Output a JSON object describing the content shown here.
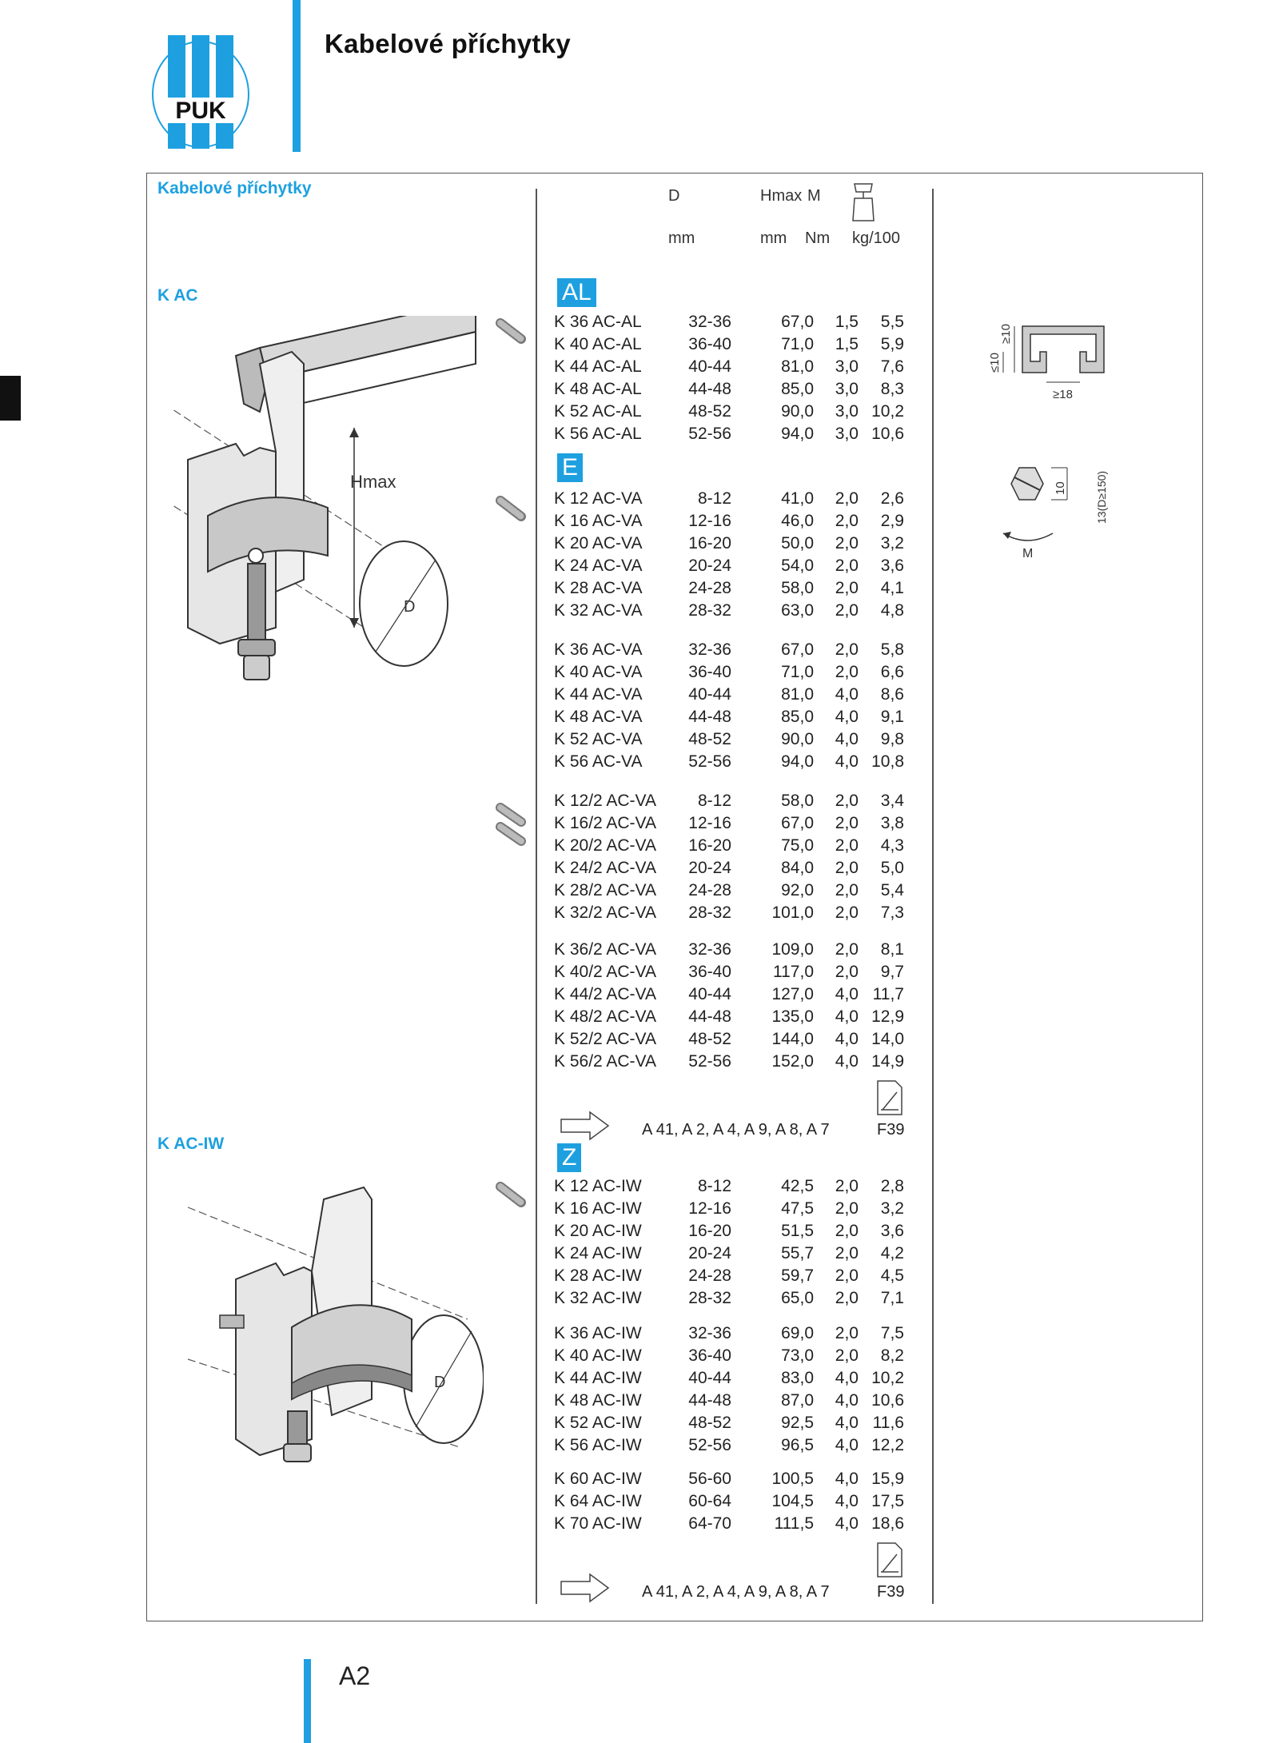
{
  "header": {
    "logo_text": "PUK",
    "title": "Kabelové příchytky"
  },
  "section_title": "Kabelové příchytky",
  "columns": {
    "d": "D",
    "hmax": "Hmax",
    "m": "M",
    "d_unit": "mm",
    "hmax_unit": "mm",
    "m_unit": "Nm",
    "kg_unit": "kg/100"
  },
  "products": {
    "kac": {
      "label": "K AC",
      "diagram_hmax": "Hmax",
      "diagram_d": "D"
    },
    "kaciw": {
      "label": "K AC-IW",
      "diagram_d": "D"
    }
  },
  "profile_dims": {
    "a": "≤10",
    "b": "≥10",
    "c": "≥18",
    "bolt_h": "10",
    "bolt_note": "13(D≥150)",
    "torque": "M"
  },
  "badges": {
    "al": "AL",
    "e": "E",
    "z": "Z"
  },
  "groups": {
    "al": [
      [
        "K 36 AC-AL",
        "32-36",
        "67,0",
        "1,5",
        "5,5"
      ],
      [
        "K 40 AC-AL",
        "36-40",
        "71,0",
        "1,5",
        "5,9"
      ],
      [
        "K 44 AC-AL",
        "40-44",
        "81,0",
        "3,0",
        "7,6"
      ],
      [
        "K 48 AC-AL",
        "44-48",
        "85,0",
        "3,0",
        "8,3"
      ],
      [
        "K 52 AC-AL",
        "48-52",
        "90,0",
        "3,0",
        "10,2"
      ],
      [
        "K 56 AC-AL",
        "52-56",
        "94,0",
        "3,0",
        "10,6"
      ]
    ],
    "e1": [
      [
        "K 12 AC-VA",
        "8-12",
        "41,0",
        "2,0",
        "2,6"
      ],
      [
        "K 16 AC-VA",
        "12-16",
        "46,0",
        "2,0",
        "2,9"
      ],
      [
        "K 20 AC-VA",
        "16-20",
        "50,0",
        "2,0",
        "3,2"
      ],
      [
        "K 24 AC-VA",
        "20-24",
        "54,0",
        "2,0",
        "3,6"
      ],
      [
        "K 28 AC-VA",
        "24-28",
        "58,0",
        "2,0",
        "4,1"
      ],
      [
        "K 32 AC-VA",
        "28-32",
        "63,0",
        "2,0",
        "4,8"
      ]
    ],
    "e2": [
      [
        "K 36 AC-VA",
        "32-36",
        "67,0",
        "2,0",
        "5,8"
      ],
      [
        "K 40 AC-VA",
        "36-40",
        "71,0",
        "2,0",
        "6,6"
      ],
      [
        "K 44 AC-VA",
        "40-44",
        "81,0",
        "4,0",
        "8,6"
      ],
      [
        "K 48 AC-VA",
        "44-48",
        "85,0",
        "4,0",
        "9,1"
      ],
      [
        "K 52 AC-VA",
        "48-52",
        "90,0",
        "4,0",
        "9,8"
      ],
      [
        "K 56 AC-VA",
        "52-56",
        "94,0",
        "4,0",
        "10,8"
      ]
    ],
    "e3": [
      [
        "K 12/2 AC-VA",
        "8-12",
        "58,0",
        "2,0",
        "3,4"
      ],
      [
        "K 16/2 AC-VA",
        "12-16",
        "67,0",
        "2,0",
        "3,8"
      ],
      [
        "K 20/2 AC-VA",
        "16-20",
        "75,0",
        "2,0",
        "4,3"
      ],
      [
        "K 24/2 AC-VA",
        "20-24",
        "84,0",
        "2,0",
        "5,0"
      ],
      [
        "K 28/2 AC-VA",
        "24-28",
        "92,0",
        "2,0",
        "5,4"
      ],
      [
        "K 32/2 AC-VA",
        "28-32",
        "101,0",
        "2,0",
        "7,3"
      ]
    ],
    "e4": [
      [
        "K 36/2 AC-VA",
        "32-36",
        "109,0",
        "2,0",
        "8,1"
      ],
      [
        "K 40/2 AC-VA",
        "36-40",
        "117,0",
        "2,0",
        "9,7"
      ],
      [
        "K 44/2 AC-VA",
        "40-44",
        "127,0",
        "4,0",
        "11,7"
      ],
      [
        "K 48/2 AC-VA",
        "44-48",
        "135,0",
        "4,0",
        "12,9"
      ],
      [
        "K 52/2 AC-VA",
        "48-52",
        "144,0",
        "4,0",
        "14,0"
      ],
      [
        "K 56/2 AC-VA",
        "52-56",
        "152,0",
        "4,0",
        "14,9"
      ]
    ],
    "z1": [
      [
        "K 12 AC-IW",
        "8-12",
        "42,5",
        "2,0",
        "2,8"
      ],
      [
        "K 16 AC-IW",
        "12-16",
        "47,5",
        "2,0",
        "3,2"
      ],
      [
        "K 20 AC-IW",
        "16-20",
        "51,5",
        "2,0",
        "3,6"
      ],
      [
        "K 24 AC-IW",
        "20-24",
        "55,7",
        "2,0",
        "4,2"
      ],
      [
        "K 28 AC-IW",
        "24-28",
        "59,7",
        "2,0",
        "4,5"
      ],
      [
        "K 32 AC-IW",
        "28-32",
        "65,0",
        "2,0",
        "7,1"
      ]
    ],
    "z2": [
      [
        "K 36 AC-IW",
        "32-36",
        "69,0",
        "2,0",
        "7,5"
      ],
      [
        "K 40 AC-IW",
        "36-40",
        "73,0",
        "2,0",
        "8,2"
      ],
      [
        "K 44 AC-IW",
        "40-44",
        "83,0",
        "4,0",
        "10,2"
      ],
      [
        "K 48 AC-IW",
        "44-48",
        "87,0",
        "4,0",
        "10,6"
      ],
      [
        "K 52 AC-IW",
        "48-52",
        "92,5",
        "4,0",
        "11,6"
      ],
      [
        "K 56 AC-IW",
        "52-56",
        "96,5",
        "4,0",
        "12,2"
      ]
    ],
    "z3": [
      [
        "K 60 AC-IW",
        "56-60",
        "100,5",
        "4,0",
        "15,9"
      ],
      [
        "K 64 AC-IW",
        "60-64",
        "104,5",
        "4,0",
        "17,5"
      ],
      [
        "K 70 AC-IW",
        "64-70",
        "111,5",
        "4,0",
        "18,6"
      ]
    ]
  },
  "refs": {
    "r1": "A 41, A 2, A 4, A 9, A 8, A 7",
    "r1_doc": "F39",
    "r2": "A 41, A 2, A 4, A 9, A 8, A 7",
    "r2_doc": "F39"
  },
  "page_number": "A2",
  "colors": {
    "accent": "#1ea0e0",
    "frame": "#555555"
  }
}
